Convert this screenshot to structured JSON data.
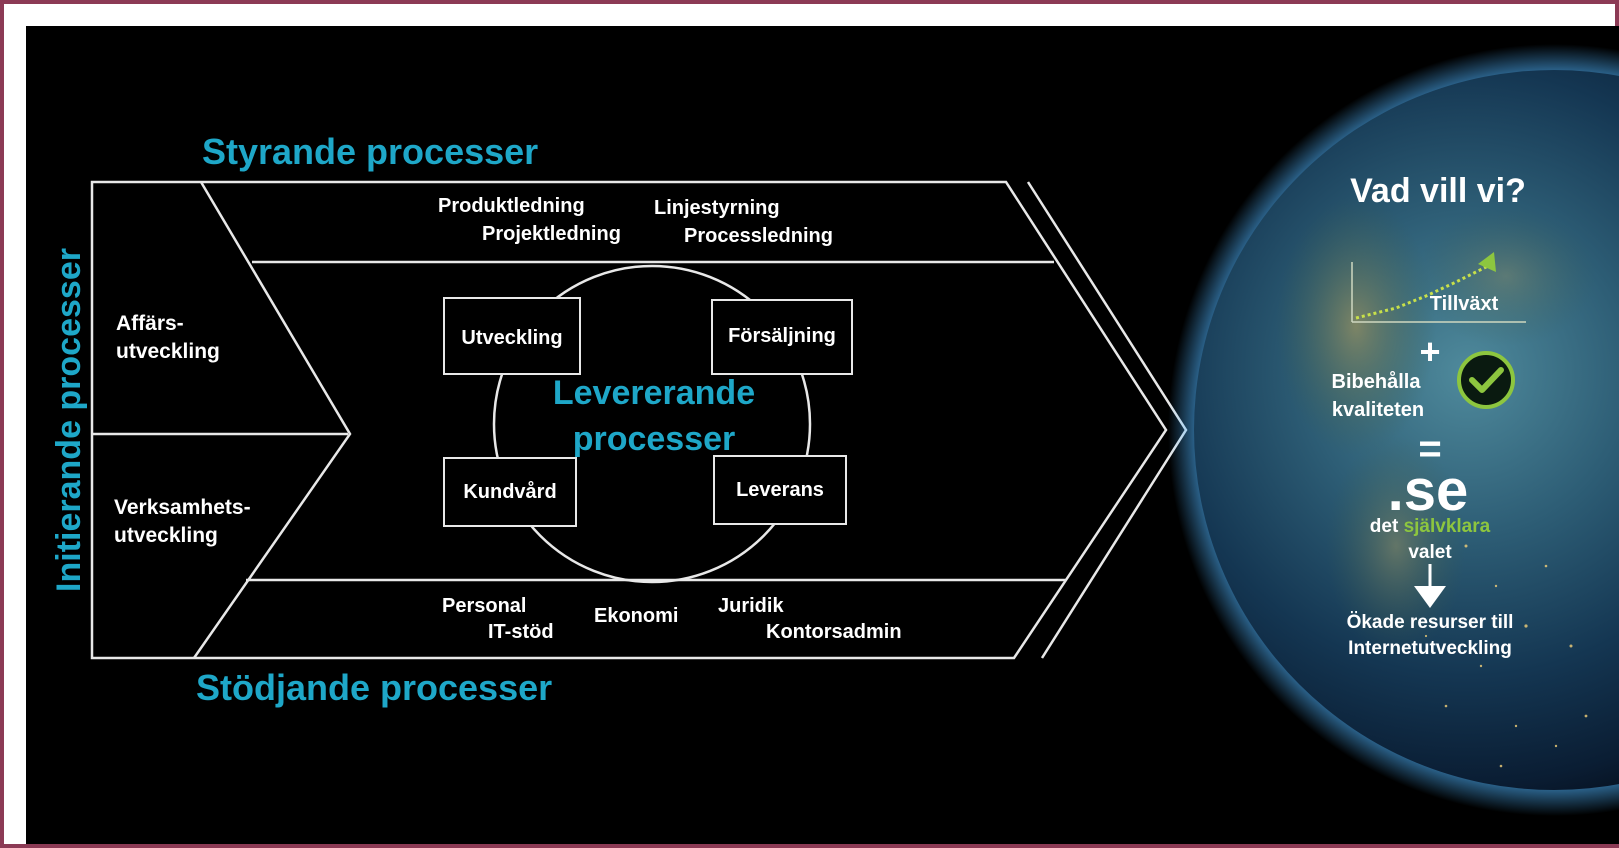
{
  "colors": {
    "accent": "#1ea7c8",
    "green": "#8dc63f",
    "background": "#000000",
    "frame": "#8c3a55"
  },
  "headings": {
    "top": "Styrande processer",
    "bottom": "Stödjande processer",
    "left": "Initierande processer",
    "center_line1": "Levererande",
    "center_line2": "processer"
  },
  "left_items": {
    "item1_line1": "Affärs-",
    "item1_line2": "utveckling",
    "item2_line1": "Verksamhets-",
    "item2_line2": "utveckling"
  },
  "top_items": [
    "Produktledning",
    "Linjestyrning",
    "Projektledning",
    "Processledning"
  ],
  "boxes": [
    "Utveckling",
    "Försäljning",
    "Kundvård",
    "Leverans"
  ],
  "bottom_items": [
    "Personal",
    "IT-stöd",
    "Ekonomi",
    "Juridik",
    "Kontorsadmin"
  ],
  "globe": {
    "question": "Vad vill vi?",
    "growth": "Tillväxt",
    "plus": "+",
    "quality_line1": "Bibehålla",
    "quality_line2": "kvaliteten",
    "equals": "=",
    "brand": ".se",
    "tagline_pre": "det ",
    "tagline_highlight": "självklara",
    "tagline_post": "valet",
    "result_line1": "Ökade resurser till",
    "result_line2": "Internetutveckling",
    "check_icon": "check-icon",
    "arrow_icon": "arrow-down-icon"
  }
}
